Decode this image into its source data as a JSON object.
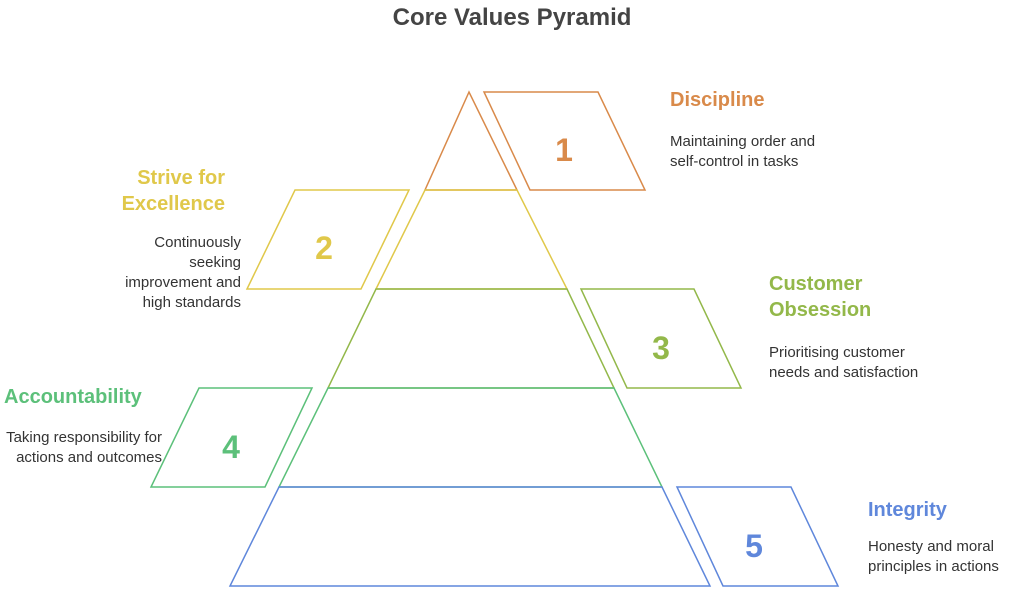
{
  "title": "Core Values Pyramid",
  "colors": {
    "discipline": "#D98A4A",
    "excellence": "#E0C84A",
    "customer": "#93B84A",
    "accountability": "#5CC07A",
    "integrity": "#5F87DB",
    "title": "#444444",
    "text": "#333333"
  },
  "values": [
    {
      "number": "1",
      "title": "Discipline",
      "description": "Maintaining order and self-control in tasks"
    },
    {
      "number": "2",
      "title": "Strive for Excellence",
      "description": "Continuously seeking improvement and high standards"
    },
    {
      "number": "3",
      "title": "Customer Obsession",
      "description": "Prioritising customer needs and satisfaction"
    },
    {
      "number": "4",
      "title": "Accountability",
      "description": "Taking responsibility for actions and outcomes"
    },
    {
      "number": "5",
      "title": "Integrity",
      "description": "Honesty and moral principles in actions"
    }
  ]
}
